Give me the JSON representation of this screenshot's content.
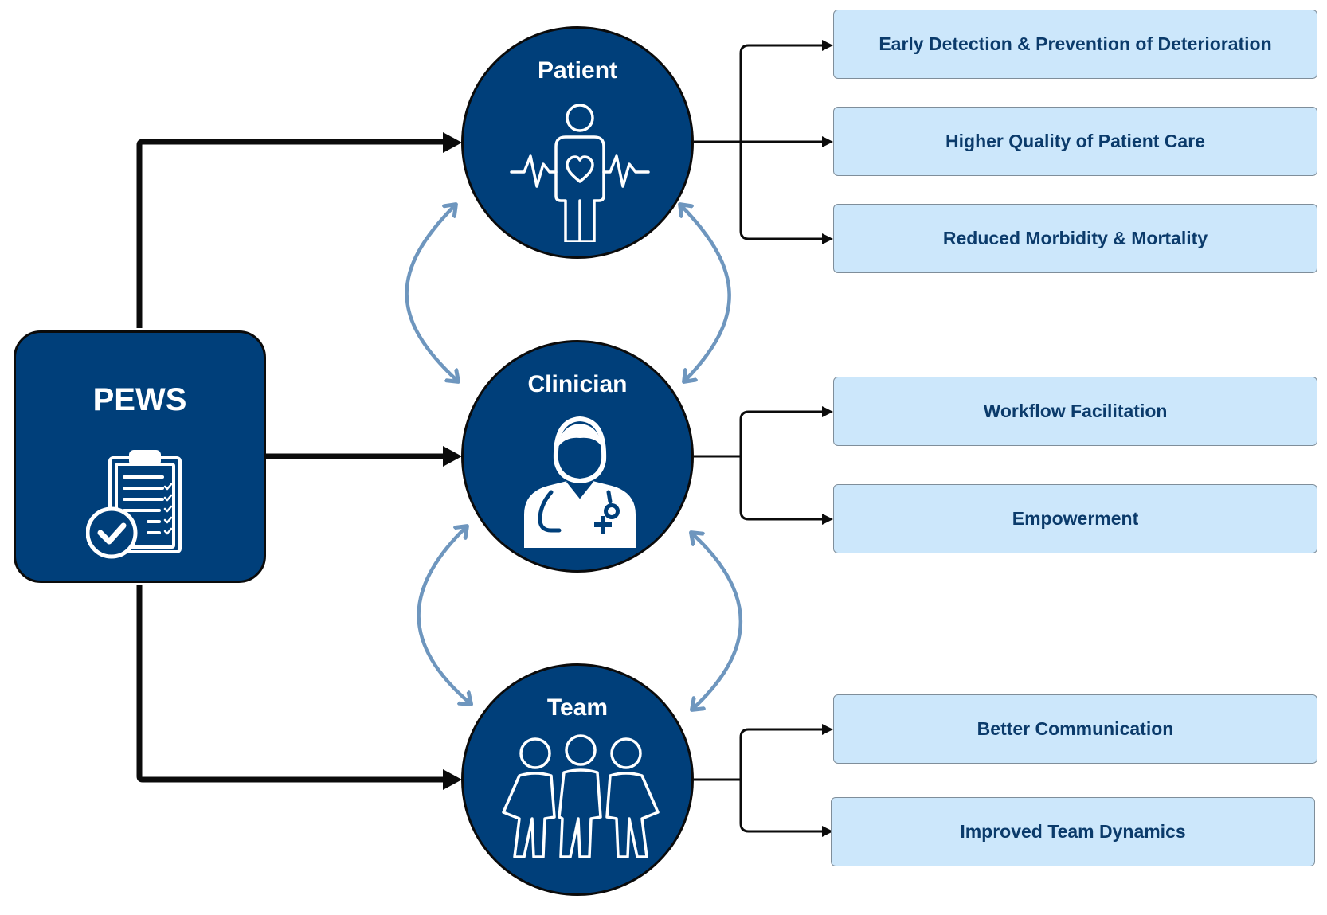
{
  "source": {
    "label": "PEWS",
    "icon": "clipboard-checklist-icon"
  },
  "nodes": [
    {
      "id": "patient",
      "label": "Patient",
      "icon": "patient-heartbeat-icon"
    },
    {
      "id": "clinician",
      "label": "Clinician",
      "icon": "doctor-stethoscope-icon"
    },
    {
      "id": "team",
      "label": "Team",
      "icon": "team-people-icon"
    }
  ],
  "outcomes": {
    "patient": [
      "Early Detection & Prevention of Deterioration",
      "Higher Quality of Patient Care",
      "Reduced Morbidity & Mortality"
    ],
    "clinician": [
      "Workflow Facilitation",
      "Empowerment"
    ],
    "team": [
      "Better Communication",
      "Improved Team Dynamics"
    ]
  },
  "colors": {
    "node_fill": "#003F7A",
    "outcome_fill": "#CCE7FB",
    "outcome_text": "#0b3b6b",
    "connector": "#0b0b0b",
    "bidirectional_arrow": "#6E96BE"
  }
}
